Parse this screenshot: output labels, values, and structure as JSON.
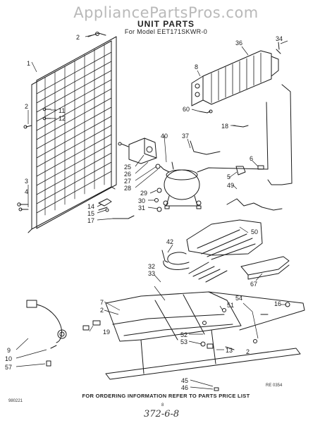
{
  "watermark": "AppliancePartsPros.com",
  "header": {
    "title": "UNIT PARTS",
    "subtitle": "For Model EET171SKWR-0"
  },
  "footer": {
    "note": "FOR ORDERING INFORMATION REFER TO PARTS PRICE LIST",
    "code_left": "980221",
    "code_right": "RE 0354",
    "page_mark": "8",
    "handwritten": "372-6-8"
  },
  "parts": {
    "condenser": "1",
    "drain_tube": "2",
    "wire_screw": "3",
    "clip": "4",
    "tube_cap": "5",
    "tube_clip": "6",
    "crossmember_bolt": "7",
    "fan_motor": "8",
    "cord": "9",
    "cord_clamp": "10",
    "screw_11": "11",
    "screw_12": "12",
    "screw_13": "13",
    "bracket_14": "14",
    "bracket_15": "15",
    "leg": "16",
    "drain_clip": "17",
    "tube_18": "18",
    "relay": "19",
    "overload": "25",
    "cover": "26",
    "clip_27": "27",
    "grommet_28": "28",
    "grommet_29": "29",
    "washer_30": "30",
    "bolt_31": "31",
    "frame_32": "32",
    "rail_33": "33",
    "screw_34": "34",
    "fan_blade": "36",
    "capillary": "37",
    "compressor": "40",
    "heater_42": "42",
    "clamp_45": "45",
    "screw_46": "46",
    "drain_tube_49": "49",
    "drain_pan": "50",
    "pin_51": "51",
    "bolt_52": "52",
    "nut_53": "53",
    "strap_54": "54",
    "screw_57": "57",
    "thermostat": "60",
    "shield": "67"
  }
}
